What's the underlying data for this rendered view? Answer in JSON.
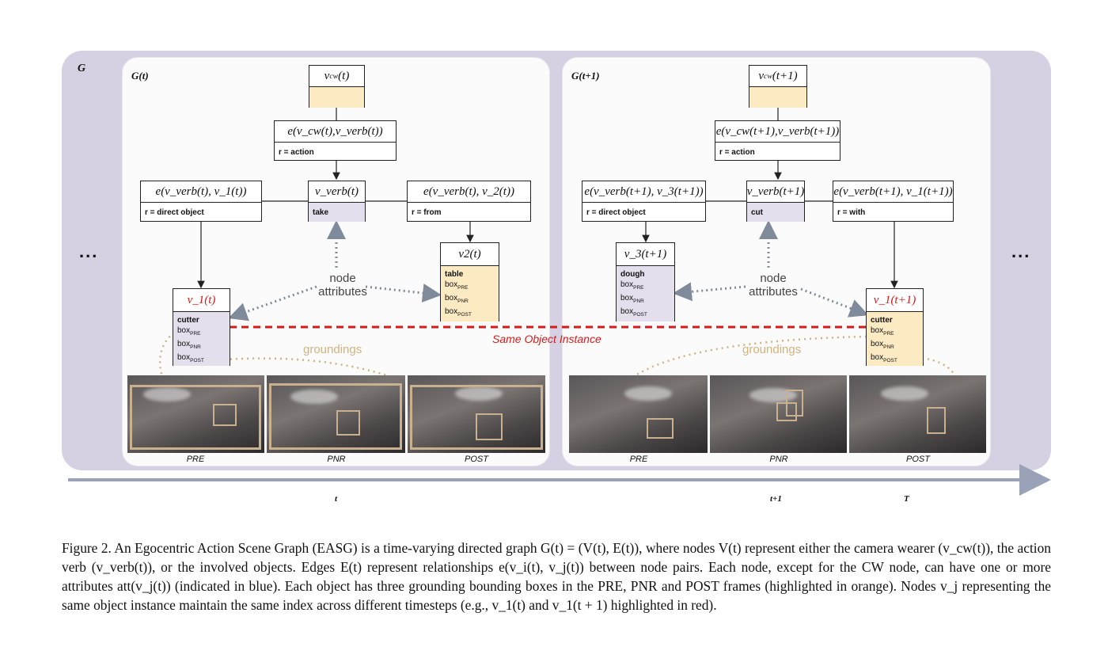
{
  "outer_label": "G",
  "ellipsis": "...",
  "panels": {
    "left_label": "G(t)",
    "right_label": "G(t+1)"
  },
  "left": {
    "vcw": {
      "base": "v",
      "sub": "cw",
      "arg": "(t)"
    },
    "edge_action": {
      "title": "e(v_cw(t),v_verb(t))",
      "rel": "r = action"
    },
    "edge_obj1": {
      "title": "e(v_verb(t), v_1(t))",
      "rel": "r = direct object"
    },
    "verb": {
      "title": "v_verb(t)",
      "attr": "take"
    },
    "edge_obj2": {
      "title": "e(v_verb(t), v_2(t))",
      "rel": "r = from"
    },
    "obj_v2": {
      "title": "v2(t)",
      "name": "table",
      "boxes": [
        "PRE",
        "PNR",
        "POST"
      ]
    },
    "obj_v1": {
      "title": "v_1(t)",
      "name": "cutter",
      "boxes": [
        "PRE",
        "PNR",
        "POST"
      ]
    }
  },
  "right": {
    "vcw": {
      "base": "v",
      "sub": "cw",
      "arg": "(t+1)"
    },
    "edge_action": {
      "title": "e(v_cw(t+1),v_verb(t+1))",
      "rel": "r = action"
    },
    "edge_obj1": {
      "title": "e(v_verb(t+1), v_3(t+1))",
      "rel": "r = direct object"
    },
    "verb": {
      "title": "v_verb(t+1)",
      "attr": "cut"
    },
    "edge_obj2": {
      "title": "e(v_verb(t+1), v_1(t+1))",
      "rel": "r = with"
    },
    "obj_v3": {
      "title": "v_3(t+1)",
      "name": "dough",
      "boxes": [
        "PRE",
        "PNR",
        "POST"
      ]
    },
    "obj_v1": {
      "title": "v_1(t+1)",
      "name": "cutter",
      "boxes": [
        "PRE",
        "PNR",
        "POST"
      ]
    }
  },
  "labels": {
    "node_attributes": "node\nattributes",
    "groundings": "groundings",
    "same_object": "Same Object Instance",
    "box": "box"
  },
  "frames": [
    "PRE",
    "PNR",
    "POST",
    "PRE",
    "PNR",
    "POST"
  ],
  "axis": {
    "t": "t",
    "t1": "t+1",
    "T": "T"
  },
  "caption": "Figure 2. An Egocentric Action Scene Graph (EASG) is a time-varying directed graph G(t) = (V(t), E(t)), where nodes V(t) represent either the camera wearer (v_cw(t)), the action verb (v_verb(t)), or the involved objects. Edges E(t) represent relationships e(v_i(t), v_j(t)) between node pairs. Each node, except for the CW node, can have one or more attributes att(v_j(t)) (indicated in blue). Each object has three grounding bounding boxes in the PRE, PNR and POST frames (highlighted in orange). Nodes v_j representing the same object instance maintain the same index across different timesteps (e.g., v_1(t) and v_1(t + 1) highlighted in red).",
  "colors": {
    "outer_bg": "#d6d0e3",
    "attribute_fill": "#e4dfec",
    "grounding_fill": "#fcebc2",
    "same_instance_red": "#d61a1a",
    "grounding_orange": "#d2b27e",
    "attribute_blue_gray": "#7f8a9a"
  }
}
